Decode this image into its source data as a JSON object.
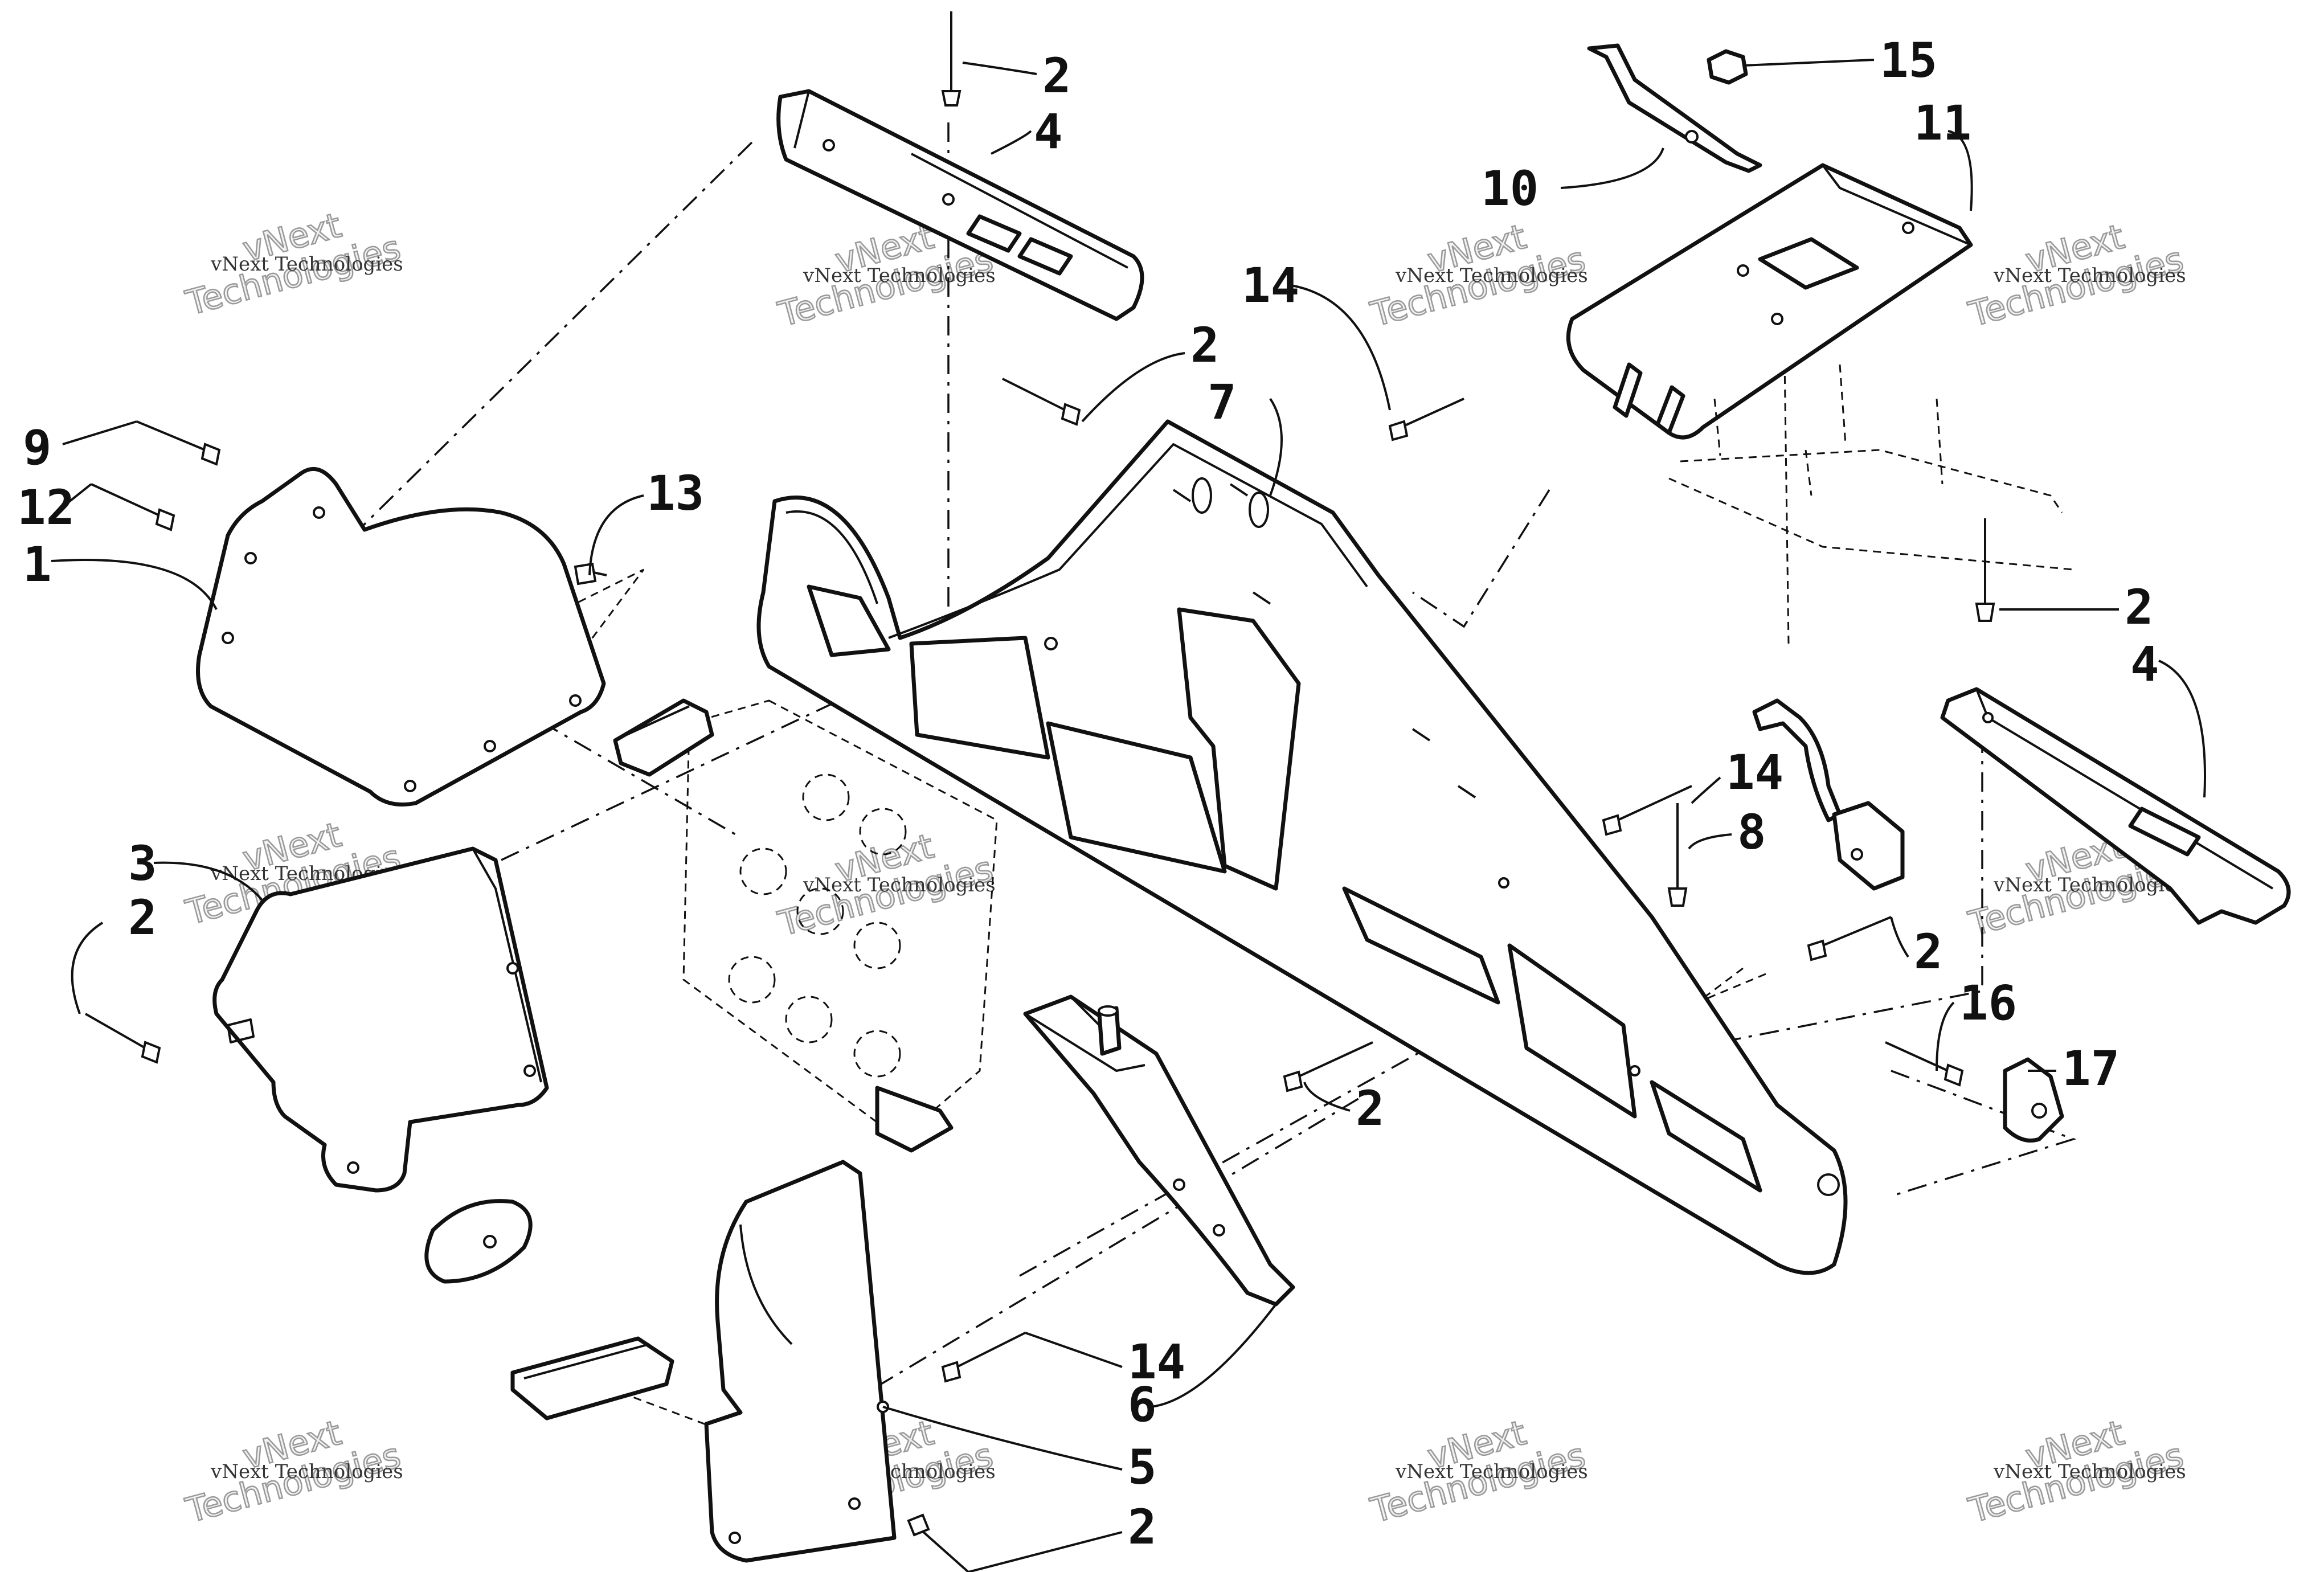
{
  "watermark": {
    "small": "vNext Technologies",
    "big_line1": "vNext",
    "big_line2": "Technologies"
  },
  "callouts": {
    "c1": "1",
    "c2a": "2",
    "c2b": "2",
    "c2c": "2",
    "c2d": "2",
    "c2e": "2",
    "c2f": "2",
    "c2g": "2",
    "c3": "3",
    "c4a": "4",
    "c4b": "4",
    "c5": "5",
    "c6": "6",
    "c7": "7",
    "c8": "8",
    "c9": "9",
    "c10": "10",
    "c11": "11",
    "c12": "12",
    "c13": "13",
    "c14a": "14",
    "c14b": "14",
    "c14c": "14",
    "c15": "15",
    "c16": "16",
    "c17": "17"
  }
}
